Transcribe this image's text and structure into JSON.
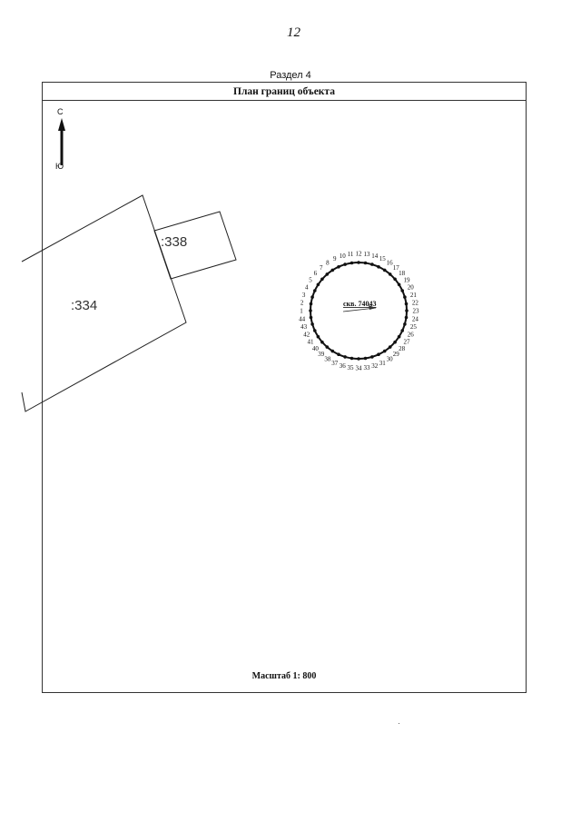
{
  "header": {
    "page_number": "12",
    "section": "Раздел 4"
  },
  "plan": {
    "title": "План границ объекта",
    "scale": "Масштаб 1: 800",
    "north_arrow": {
      "top_label": "С",
      "bottom_label": "Ю"
    },
    "parcels": [
      {
        "label": ":334"
      },
      {
        "label": ":338"
      }
    ],
    "well": {
      "label": "скв. 74043",
      "points": [
        "1",
        "2",
        "3",
        "4",
        "5",
        "6",
        "7",
        "8",
        "9",
        "10",
        "11",
        "12",
        "13",
        "14",
        "15",
        "16",
        "17",
        "18",
        "19",
        "20",
        "21",
        "22",
        "23",
        "24",
        "25",
        "26",
        "27",
        "28",
        "29",
        "30",
        "31",
        "32",
        "33",
        "34",
        "35",
        "36",
        "37",
        "38",
        "39",
        "40",
        "41",
        "42",
        "43",
        "44"
      ]
    }
  }
}
